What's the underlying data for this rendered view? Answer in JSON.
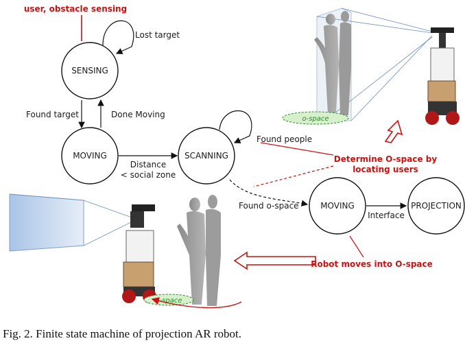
{
  "diagram": {
    "input_label": "user, obstacle sensing",
    "states": {
      "sensing": "SENSING",
      "moving1": "MOVING",
      "scanning": "SCANNING",
      "moving2": "MOVING",
      "projection": "PROJECTION"
    },
    "transitions": {
      "lost_target": "Lost target",
      "found_target": "Found target",
      "done_moving": "Done Moving",
      "distance_line1": "Distance",
      "distance_line2": "< social zone",
      "found_people": "Found people",
      "found_ospace": "Found o-space",
      "interface": "Interface"
    },
    "annotations": {
      "determine_line1": "Determine O-space by",
      "determine_line2": "locating users",
      "robot_moves": "Robot moves into O-space"
    },
    "ospace_label": "o-space",
    "colors": {
      "accent": "#cc1111",
      "ospace": "#2a8a2a",
      "projection": "#c8daf0"
    }
  },
  "caption": "Fig. 2.   Finite state machine of projection AR robot."
}
